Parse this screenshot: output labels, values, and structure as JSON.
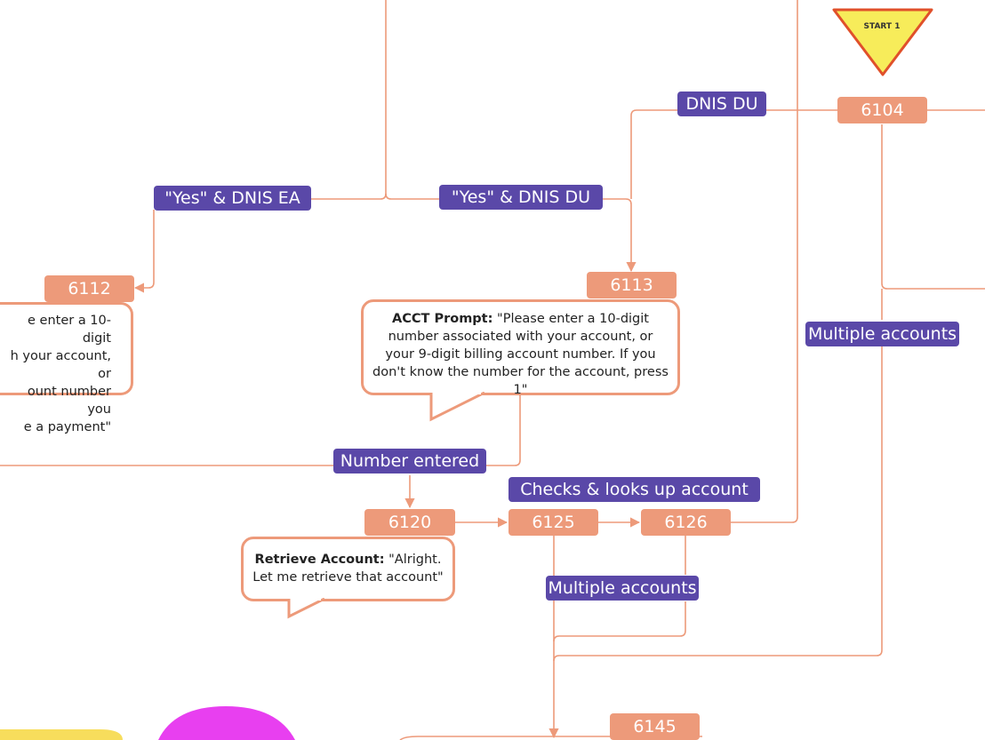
{
  "start": {
    "label": "START 1"
  },
  "nodes": {
    "n6104": "6104",
    "n6112": "6112",
    "n6113": "6113",
    "n6120": "6120",
    "n6125": "6125",
    "n6126": "6126",
    "n6145": "6145"
  },
  "labels": {
    "dnis_du": "DNIS DU",
    "yes_dnis_ea": "\"Yes\" & DNIS EA",
    "yes_dnis_du": "\"Yes\" & DNIS DU",
    "multiple_accounts_right": "Multiple accounts",
    "number_entered": "Number entered",
    "checks_looks_up": "Checks & looks up account",
    "multiple_accounts_bottom": "Multiple accounts"
  },
  "bubbles": {
    "left_prompt": {
      "lines": [
        "e enter a 10-digit",
        "h your account, or",
        "ount number you",
        "e a payment\""
      ]
    },
    "acct_prompt": {
      "bold": "ACCT Prompt:",
      "text": " \"Please enter a 10-digit number associated with your account, or your 9-digit billing account number. If you don't know the number for the account, press 1\""
    },
    "retrieve_account": {
      "bold": "Retrieve Account:",
      "text": " \"Alright. Let me retrieve that account\""
    }
  },
  "colors": {
    "node": "#ed9a7a",
    "label": "#5a48a8",
    "line": "#ed9a7a",
    "start_fill": "#f7ec5a",
    "start_stroke": "#e0502a",
    "blob_yellow": "#f7dd5c",
    "blob_magenta": "#e83ff0"
  }
}
